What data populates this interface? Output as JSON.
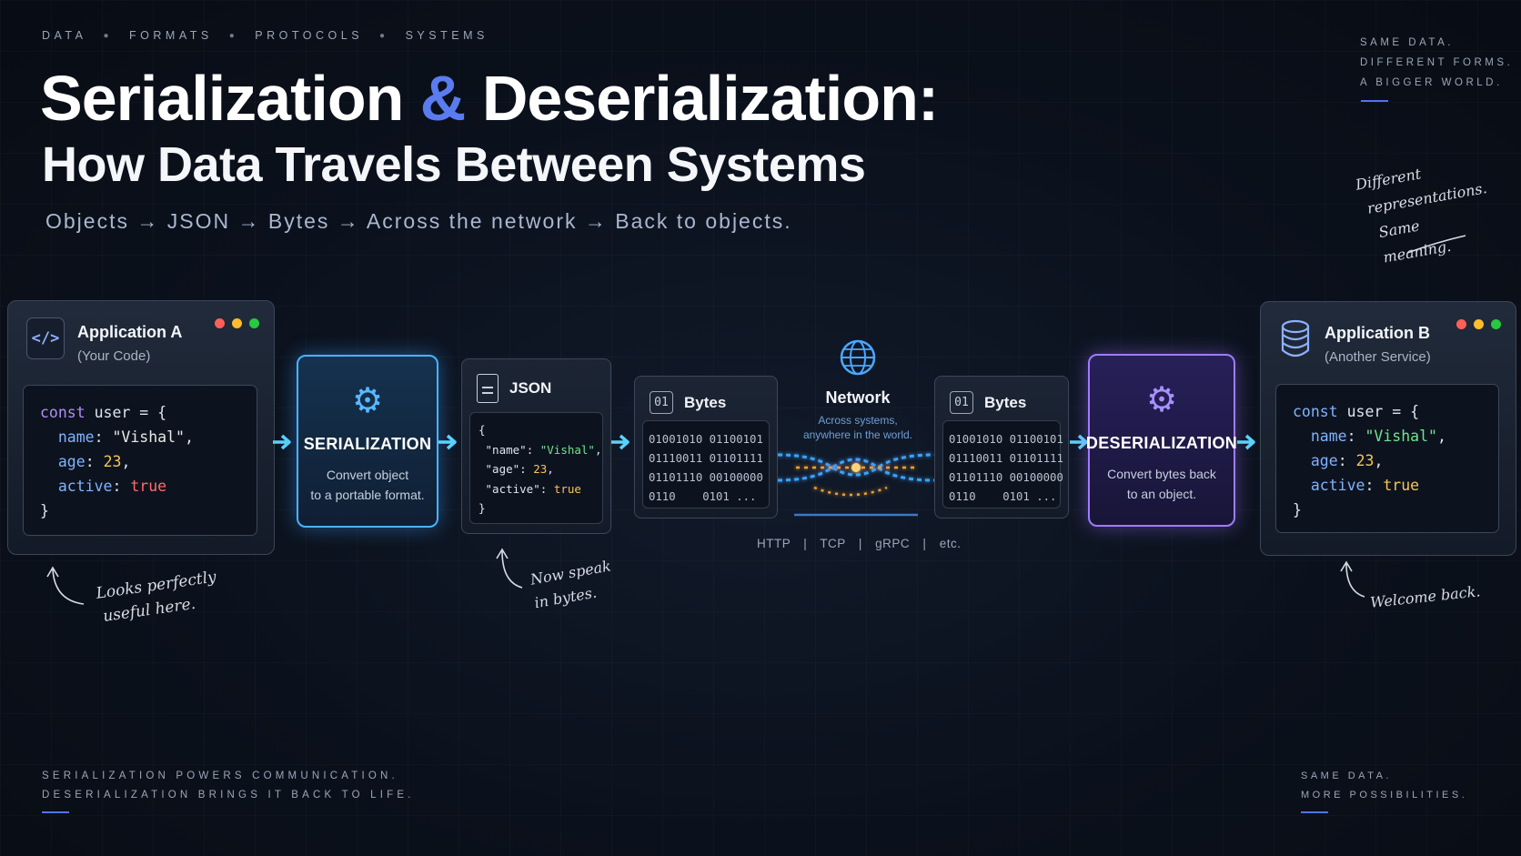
{
  "tags": [
    "DATA",
    "FORMATS",
    "PROTOCOLS",
    "SYSTEMS"
  ],
  "title": {
    "part1": "Serialization",
    "amp": "&",
    "part2": "Deserialization:",
    "line2": "How Data Travels Between Systems"
  },
  "subtitle": "Objects → JSON → Bytes → Across the network → Back to objects.",
  "top_right": {
    "line1": "SAME DATA.",
    "line2": "DIFFERENT FORMS.",
    "line3": "A BIGGER WORLD."
  },
  "note_top_right": {
    "line1": "Different",
    "line2": "representations.",
    "line3": "Same meaning."
  },
  "app_a": {
    "icon": "code-icon",
    "name": "Application A",
    "sub": "(Your Code)",
    "code": {
      "l1_kw": "const",
      "l1_rest": " user = {",
      "l2_key": "name",
      "l2_val": "\"Vishal\"",
      "l3_key": "age",
      "l3_val": "23",
      "l4_key": "active",
      "l4_val": "true",
      "l5": "}"
    },
    "note": {
      "line1": "Looks perfectly",
      "line2": "useful here."
    }
  },
  "serialization": {
    "icon": "gear-icon",
    "title": "SERIALIZATION",
    "desc_l1": "Convert object",
    "desc_l2": "to a portable format."
  },
  "json_card": {
    "icon": "document-icon",
    "title": "JSON",
    "l1": "{",
    "name_key": "\"name\"",
    "name_val": "\"Vishal\"",
    "age_key": "\"age\"",
    "age_val": "23",
    "active_key": "\"active\"",
    "active_val": "true",
    "l5": "}",
    "note": {
      "line1": "Now speak",
      "line2": "in bytes."
    }
  },
  "bytes_left": {
    "icon_text": "01",
    "title": "Bytes",
    "rows": [
      "01001010 01100101",
      "01110011 01101111",
      "01101110 00100000",
      "0110    0101 ..."
    ]
  },
  "network": {
    "icon": "globe-icon",
    "title": "Network",
    "sub_l1": "Across systems,",
    "sub_l2": "anywhere in the world.",
    "protocols": [
      "HTTP",
      "TCP",
      "gRPC",
      "etc."
    ]
  },
  "bytes_right": {
    "icon_text": "01",
    "title": "Bytes",
    "rows": [
      "01001010 01100101",
      "01110011 01101111",
      "01101110 00100000",
      "0110    0101 ..."
    ]
  },
  "deserialization": {
    "icon": "gear-icon",
    "title": "DESERIALIZATION",
    "desc_l1": "Convert bytes back",
    "desc_l2": "to an object."
  },
  "app_b": {
    "icon": "database-icon",
    "name": "Application B",
    "sub": "(Another Service)",
    "code": {
      "l1_kw": "const",
      "l1_rest": " user = {",
      "l2_key": "name",
      "l2_val": "\"Vishal\"",
      "l3_key": "age",
      "l3_val": "23",
      "l4_key": "active",
      "l4_val": "true",
      "l5": "}"
    },
    "note": "Welcome back."
  },
  "footer_left": {
    "line1": "SERIALIZATION POWERS COMMUNICATION.",
    "line2": "DESERIALIZATION BRINGS IT BACK TO LIFE."
  },
  "footer_right": {
    "line1": "SAME DATA.",
    "line2": "MORE POSSIBILITIES."
  },
  "colors": {
    "accent_blue": "#5b7cf0",
    "serialize_border": "#48b4ff",
    "deserialize_border": "#9f7bff",
    "arrow": "#5ad2ff"
  }
}
